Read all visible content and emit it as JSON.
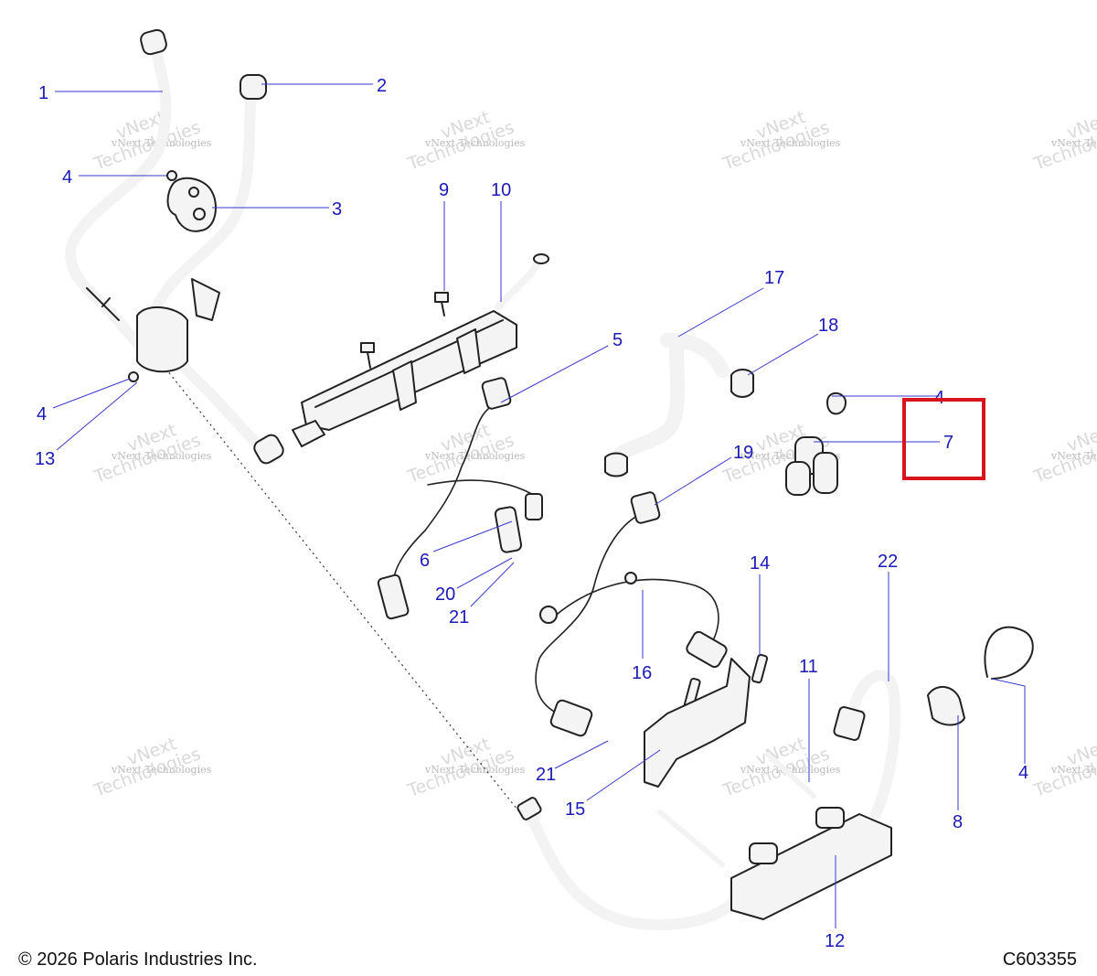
{
  "footer": {
    "copyright": "© 2026 Polaris Industries Inc.",
    "drawing_id": "C603355"
  },
  "watermark": {
    "line1": "vNext Technologies",
    "line2": "vNext",
    "line3": "Technologies"
  },
  "callouts": [
    "1",
    "2",
    "4",
    "3",
    "9",
    "10",
    "17",
    "5",
    "18",
    "4",
    "4",
    "13",
    "7",
    "19",
    "6",
    "20",
    "21",
    "14",
    "22",
    "11",
    "16",
    "4",
    "8",
    "21",
    "15",
    "12"
  ],
  "colors": {
    "callout": "#1a1ab8",
    "highlight": "#d8141c"
  },
  "highlighted_callout": "7"
}
